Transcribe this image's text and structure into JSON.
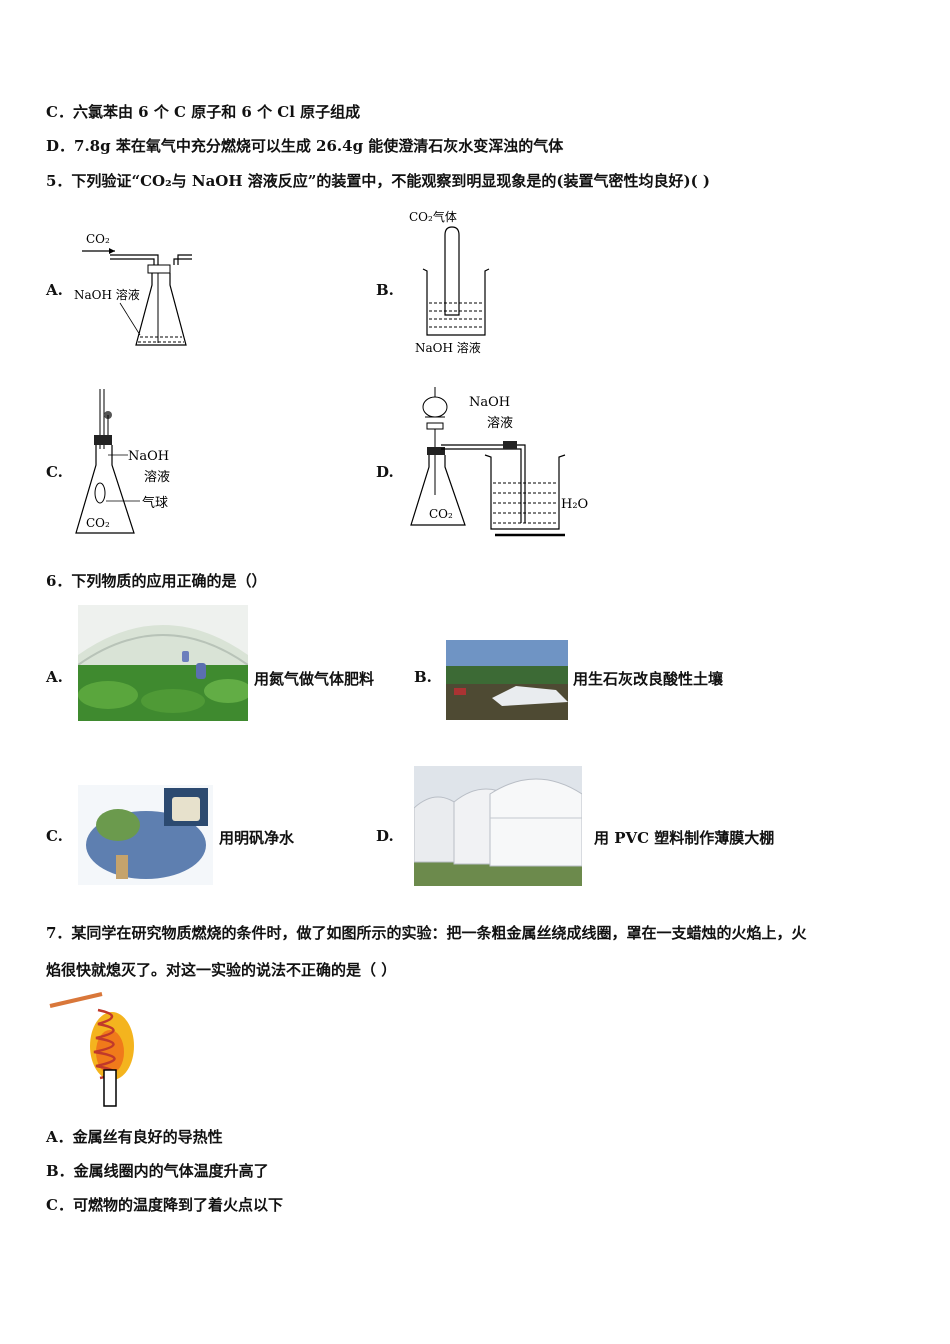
{
  "top_options": {
    "c": "C．六氯苯由 6 个 C 原子和 6 个 Cl 原子组成",
    "d": "D．7.8g 苯在氧气中充分燃烧可以生成 26.4g 能使澄清石灰水变浑浊的气体"
  },
  "q5": {
    "stem": "5．下列验证“CO₂与 NaOH 溶液反应”的装置中，不能观察到明显现象是的(装置气密性均良好)(   )",
    "a_label": "A.",
    "b_label": "B.",
    "c_label": "C.",
    "d_label": "D.",
    "fig_a": {
      "gas": "CO₂",
      "solution": "NaOH 溶液"
    },
    "fig_b": {
      "gas": "CO₂气体",
      "solution": "NaOH 溶液"
    },
    "fig_c": {
      "naoh": "NaOH",
      "sol": "溶液",
      "balloon": "气球",
      "gas": "CO₂"
    },
    "fig_d": {
      "naoh": "NaOH",
      "sol": "溶液",
      "gas": "CO₂",
      "water": "H₂O"
    }
  },
  "q6": {
    "stem": "6．下列物质的应用正确的是（）",
    "a_label": "A.",
    "a_text": "用氮气做气体肥料",
    "b_label": "B.",
    "b_text": "用生石灰改良酸性土壤",
    "c_label": "C.",
    "c_text": "用明矾净水",
    "d_label": "D.",
    "d_text": "用 PVC 塑料制作薄膜大棚"
  },
  "q7": {
    "stem_line1": "7．某同学在研究物质燃烧的条件时，做了如图所示的实验：把一条粗金属丝绕成线圈，罩在一支蜡烛的火焰上，火",
    "stem_line2": "焰很快就熄灭了。对这一实验的说法不正确的是（      ）",
    "a": "A．金属丝有良好的导热性",
    "b": "B．金属线圈内的气体温度升高了",
    "c": "C．可燃物的温度降到了着火点以下"
  }
}
